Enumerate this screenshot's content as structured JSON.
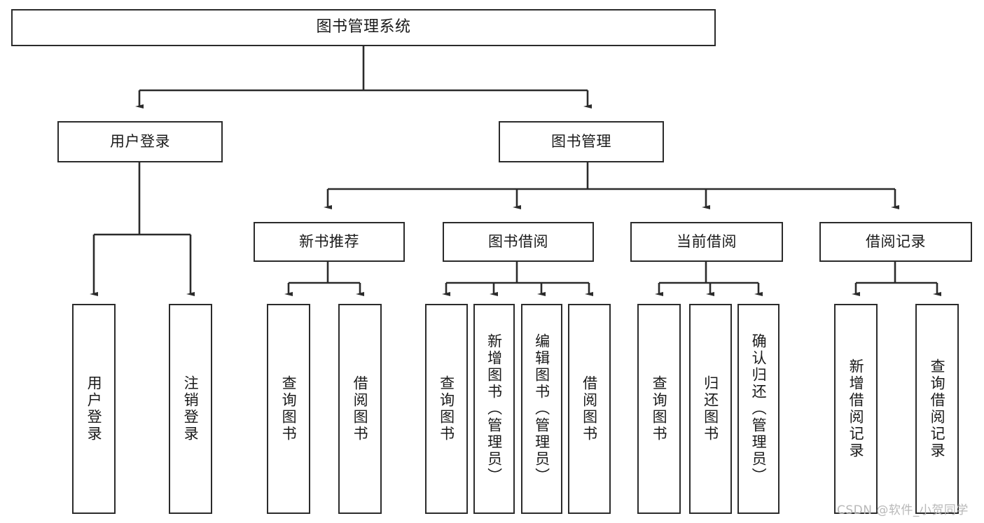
{
  "diagram": {
    "title": "图书管理系统",
    "type": "tree",
    "watermark": "CSDN @软件_小贺同学",
    "colors": {
      "background": "#ffffff",
      "box_border": "#2b2b2b",
      "box_fill": "#ffffff",
      "connector": "#2b2b2b",
      "text": "#1a1a1a",
      "watermark": "#b8b8b8"
    },
    "root": {
      "label": "图书管理系统"
    },
    "level2": [
      {
        "label": "用户登录"
      },
      {
        "label": "图书管理"
      }
    ],
    "level3": [
      {
        "label": "新书推荐"
      },
      {
        "label": "图书借阅"
      },
      {
        "label": "当前借阅"
      },
      {
        "label": "借阅记录"
      }
    ],
    "leaves": {
      "user_login": [
        {
          "label": "用户登录"
        },
        {
          "label": "注销登录"
        }
      ],
      "new_book_recommend": [
        {
          "label": "查询图书"
        },
        {
          "label": "借阅图书"
        }
      ],
      "book_borrow": [
        {
          "label": "查询图书"
        },
        {
          "label": "新增图书（管理员）"
        },
        {
          "label": "编辑图书（管理员）"
        },
        {
          "label": "借阅图书"
        }
      ],
      "current_borrow": [
        {
          "label": "查询图书"
        },
        {
          "label": "归还图书"
        },
        {
          "label": "确认归还（管理员）"
        }
      ],
      "borrow_records": [
        {
          "label": "新增借阅记录"
        },
        {
          "label": "查询借阅记录"
        }
      ]
    }
  }
}
